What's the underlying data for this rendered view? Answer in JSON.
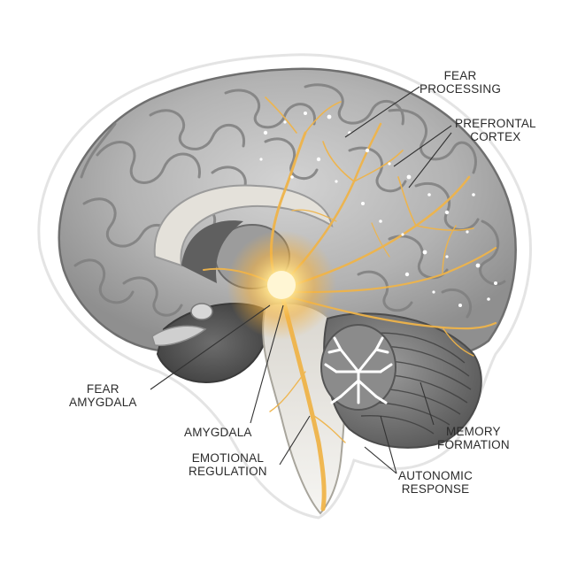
{
  "labels": {
    "fear_processing": [
      "FEAR",
      "PROCESSING"
    ],
    "prefrontal_cortex": [
      "PREFRONTAL",
      "CORTEX"
    ],
    "fear_amygdala": [
      "FEAR",
      "AMYGDALA"
    ],
    "amygdala": [
      "AMYGDALA"
    ],
    "emotional_regulation": [
      "EMOTIONAL",
      "REGULATION"
    ],
    "memory_formation": [
      "MEMORY",
      "FORMATION"
    ],
    "autonomic_response": [
      "AUTONOMIC",
      "RESPONSE"
    ]
  },
  "colors": {
    "cortex_fill": "#b9b9b9",
    "cortex_dark": "#7d7d7d",
    "sulci": "#8a8a8a",
    "cerebellum": "#7a7a7a",
    "glow": "#ffd86a",
    "pathway": "#f0b546",
    "leader": "#333333",
    "outline": "#e9e9e9"
  }
}
